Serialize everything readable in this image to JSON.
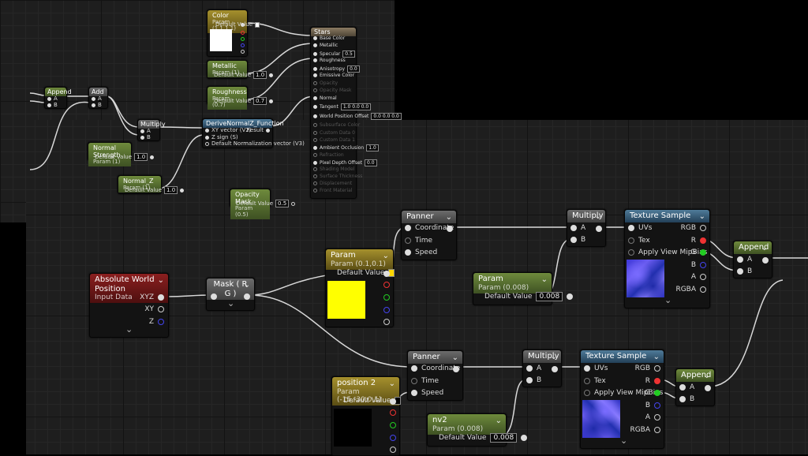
{
  "top": {
    "color_node": {
      "title": "Color",
      "subtitle": "Param (1,1,1,1)",
      "default_label": "Default Value"
    },
    "metallic_node": {
      "title": "Metallic",
      "subtitle": "Param (1)",
      "default_label": "Default Value",
      "value": "1.0"
    },
    "roughness_node": {
      "title": "Roughness",
      "subtitle": "Param (0.7)",
      "default_label": "Default Value",
      "value": "0.7"
    },
    "append_node": {
      "title": "Append",
      "pin_a": "A",
      "pin_b": "B"
    },
    "add_node": {
      "title": "Add",
      "pin_a": "A",
      "pin_b": "B"
    },
    "multiply_node": {
      "title": "Multiply",
      "pin_a": "A",
      "pin_b": "B"
    },
    "normal_strength_node": {
      "title": "Normal Strength",
      "subtitle": "Param (1)",
      "default_label": "Default Value",
      "value": "1.0"
    },
    "normal_z_node": {
      "title": "Normal_Z",
      "subtitle": "Param (1)",
      "default_label": "Default Value",
      "value": "1.0"
    },
    "derive_node": {
      "title": "DeriveNormalZ_Function",
      "in1": "XY vector (V2)",
      "in2": "Z sign (S)",
      "in3": "Default Normalization vector (V3)",
      "out": "Result"
    },
    "opacity_node": {
      "title": "Opacity Mask",
      "subtitle": "Param (0.5)",
      "default_label": "Default Value",
      "value": "0.5"
    },
    "material_node": {
      "title": "Stars",
      "inputs": [
        {
          "label": "Base Color",
          "value": "",
          "active": true
        },
        {
          "label": "Metallic",
          "value": "",
          "active": true
        },
        {
          "label": "Specular",
          "value": "0.5",
          "active": true
        },
        {
          "label": "Roughness",
          "value": "",
          "active": true
        },
        {
          "label": "Anisotropy",
          "value": "0.0",
          "active": true
        },
        {
          "label": "Emissive Color",
          "value": "",
          "active": true
        },
        {
          "label": "Opacity",
          "value": "",
          "active": false
        },
        {
          "label": "Opacity Mask",
          "value": "",
          "active": false
        },
        {
          "label": "Normal",
          "value": "",
          "active": true
        },
        {
          "label": "Tangent",
          "value": "1.0  0.0  0.0",
          "active": true
        },
        {
          "label": "World Position Offset",
          "value": "0.0  0.0  0.0",
          "active": true
        },
        {
          "label": "Subsurface Color",
          "value": "",
          "active": false
        },
        {
          "label": "Custom Data 0",
          "value": "",
          "active": false
        },
        {
          "label": "Custom Data 1",
          "value": "",
          "active": false
        },
        {
          "label": "Ambient Occlusion",
          "value": "1.0",
          "active": true
        },
        {
          "label": "Refraction",
          "value": "",
          "active": false
        },
        {
          "label": "Pixel Depth Offset",
          "value": "0.0",
          "active": true
        },
        {
          "label": "Shading Model",
          "value": "",
          "active": false
        },
        {
          "label": "Surface Thickness",
          "value": "",
          "active": false
        },
        {
          "label": "Displacement",
          "value": "",
          "active": false
        },
        {
          "label": "Front Material",
          "value": "",
          "active": false
        }
      ]
    }
  },
  "bottom": {
    "abs_world_pos": {
      "title": "Absolute World Position",
      "subtitle": "Input Data",
      "out_xyz": "XYZ",
      "out_xy": "XY",
      "out_z": "Z"
    },
    "mask_node": {
      "title": "Mask ( R G )"
    },
    "param_yellow": {
      "title": "Param",
      "subtitle": "Param (0.1,0.1)",
      "default_label": "Default Value"
    },
    "panner_1": {
      "title": "Panner",
      "coordinate": "Coordinate",
      "time": "Time",
      "speed": "Speed"
    },
    "panner_2": {
      "title": "Panner",
      "coordinate": "Coordinate",
      "time": "Time",
      "speed": "Speed"
    },
    "multiply_1": {
      "title": "Multiply",
      "pin_a": "A",
      "pin_b": "B"
    },
    "multiply_2": {
      "title": "Multiply",
      "pin_a": "A",
      "pin_b": "B"
    },
    "param_008": {
      "title": "Param",
      "subtitle": "Param (0.008)",
      "default_label": "Default Value",
      "value": "0.008"
    },
    "nv2_node": {
      "title": "nv2",
      "subtitle": "Param (0.008)",
      "default_label": "Default Value",
      "value": "0.008"
    },
    "position2_node": {
      "title": "position 2",
      "subtitle": "Param (-15,-30,0,1)",
      "default_label": "Default Value"
    },
    "texture_sample_1": {
      "title": "Texture Sample",
      "uvs": "UVs",
      "tex": "Tex",
      "mip": "Apply View MipBias",
      "rgb": "RGB",
      "r": "R",
      "g": "G",
      "b": "B",
      "a": "A",
      "rgba": "RGBA"
    },
    "texture_sample_2": {
      "title": "Texture Sample",
      "uvs": "UVs",
      "tex": "Tex",
      "mip": "Apply View MipBias",
      "rgb": "RGB",
      "r": "R",
      "g": "G",
      "b": "B",
      "a": "A",
      "rgba": "RGBA"
    },
    "append_1": {
      "title": "Append",
      "pin_a": "A",
      "pin_b": "B"
    },
    "append_2": {
      "title": "Append",
      "pin_a": "A",
      "pin_b": "B"
    }
  },
  "colors": {
    "wire": "#d8d8d8",
    "yellow_swatch": "#ffff00",
    "black_swatch": "#000000",
    "white_swatch": "#ffffff"
  }
}
